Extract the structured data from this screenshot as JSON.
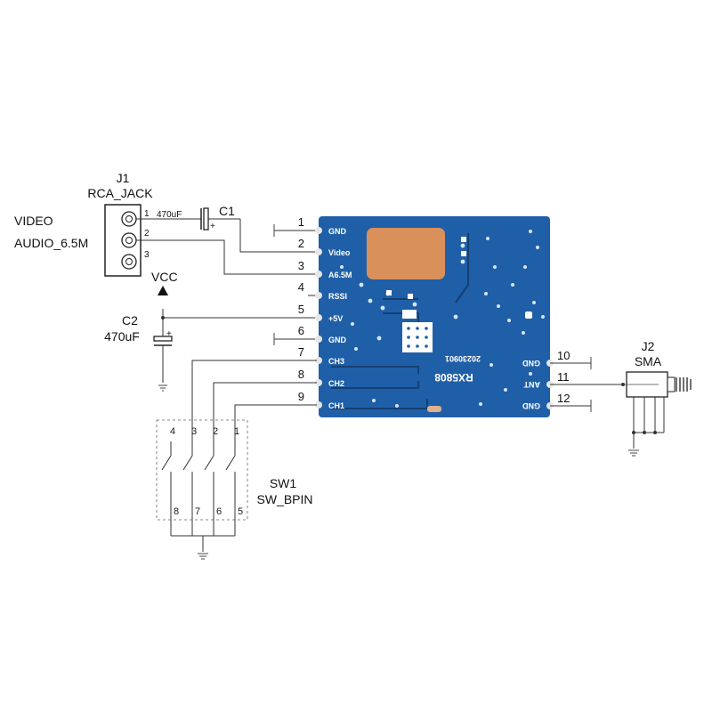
{
  "j1": {
    "ref": "J1",
    "name": "RCA_JACK",
    "pins": [
      "1",
      "2",
      "3"
    ]
  },
  "signals": {
    "video": "VIDEO",
    "audio": "AUDIO_6.5M"
  },
  "c1": {
    "ref": "C1",
    "value": "470uF",
    "polarity": "+"
  },
  "c2": {
    "ref": "C2",
    "value": "470uF",
    "polarity": "+"
  },
  "power": {
    "label": "VCC"
  },
  "module": {
    "name": "RX5808",
    "date_code": "20230901",
    "board_color": "#1f5fa8",
    "shield_color": "#d9905a",
    "left_pins": [
      {
        "num": "1",
        "label": "GND"
      },
      {
        "num": "2",
        "label": "Video"
      },
      {
        "num": "3",
        "label": "A6.5M"
      },
      {
        "num": "4",
        "label": "RSSI"
      },
      {
        "num": "5",
        "label": "+5V"
      },
      {
        "num": "6",
        "label": "GND"
      },
      {
        "num": "7",
        "label": "CH3"
      },
      {
        "num": "8",
        "label": "CH2"
      },
      {
        "num": "9",
        "label": "CH1"
      }
    ],
    "right_pins": [
      {
        "num": "10",
        "label": "GND"
      },
      {
        "num": "11",
        "label": "ANT"
      },
      {
        "num": "12",
        "label": "GND"
      }
    ]
  },
  "j2": {
    "ref": "J2",
    "name": "SMA"
  },
  "sw1": {
    "ref": "SW1",
    "name": "SW_BPIN",
    "top_pins": [
      "4",
      "3",
      "2",
      "1"
    ],
    "bottom_pins": [
      "8",
      "7",
      "6",
      "5"
    ]
  }
}
